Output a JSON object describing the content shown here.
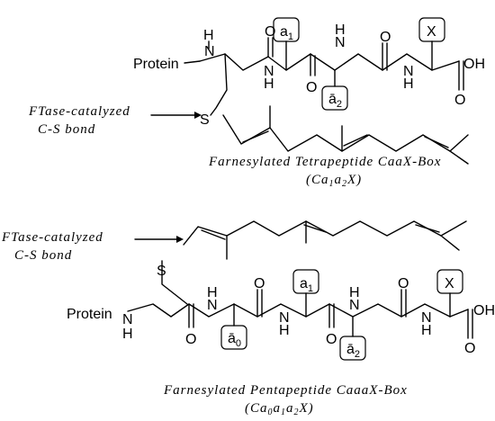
{
  "top": {
    "protein": "Protein",
    "nh": "H",
    "s": "S",
    "o": "O",
    "oh": "OH",
    "a1": "a",
    "a1_sub": "1",
    "a2": "ā",
    "a2_sub": "2",
    "x": "X",
    "label_line1": "FTase-catalyzed",
    "label_line2": "C-S bond",
    "caption_line1": "Farnesylated Tetrapeptide CaaX-Box",
    "caption_line2_a": "(Ca",
    "caption_line2_b": "1",
    "caption_line2_c": "a",
    "caption_line2_d": "2",
    "caption_line2_e": "X)"
  },
  "bottom": {
    "protein": "Protein",
    "nh": "H",
    "s": "S",
    "o": "O",
    "oh": "OH",
    "a0": "ā",
    "a0_sub": "0",
    "a1": "a",
    "a1_sub": "1",
    "a2": "ā",
    "a2_sub": "2",
    "x": "X",
    "label_line1": "FTase-catalyzed",
    "label_line2": "C-S bond",
    "caption_line1": "Farnesylated Pentapeptide CaaaX-Box",
    "caption_line2_a": "(Ca",
    "caption_line2_b": "0",
    "caption_line2_c": "a",
    "caption_line2_d": "1",
    "caption_line2_e": "a",
    "caption_line2_f": "2",
    "caption_line2_g": "X)"
  }
}
